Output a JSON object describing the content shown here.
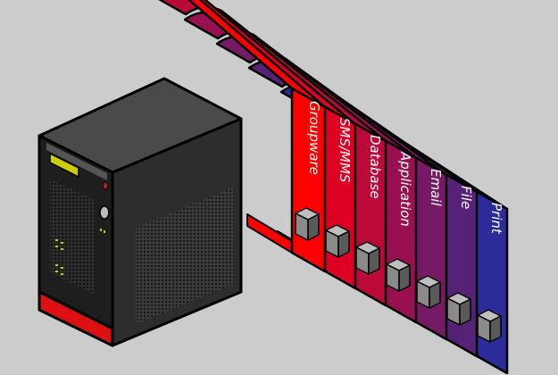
{
  "services": [
    {
      "label": "Groupware",
      "color": "#ff0000"
    },
    {
      "label": "SMS/MMS",
      "color": "#dd0022"
    },
    {
      "label": "Database",
      "color": "#bb0a3a"
    },
    {
      "label": "Application",
      "color": "#991050"
    },
    {
      "label": "Email",
      "color": "#771a66"
    },
    {
      "label": "File",
      "color": "#552277"
    },
    {
      "label": "Print",
      "color": "#2b2b99"
    }
  ],
  "server": {
    "body_color": "#2d2d2d",
    "front_color": "#1e1e1e",
    "top_color": "#4a4a4a",
    "base_color": "#dd1111",
    "led_color": "#cccc00"
  },
  "icons": [
    "server-icon",
    "module-cube-icon"
  ]
}
